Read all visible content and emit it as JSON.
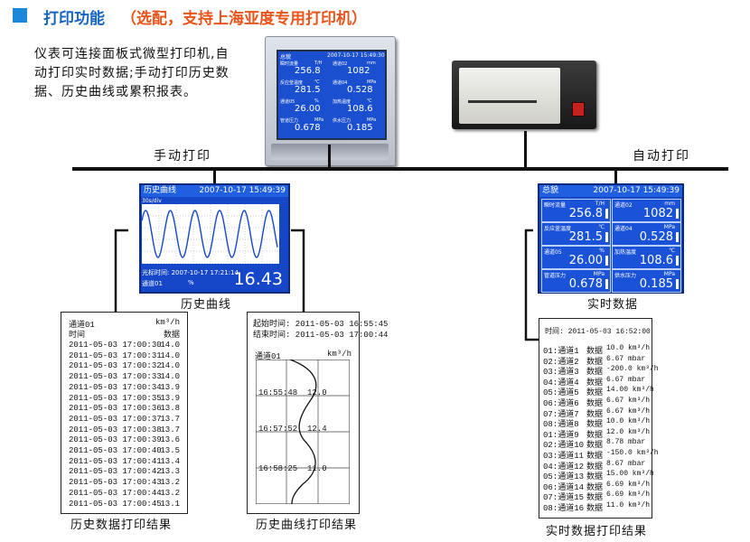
{
  "title": {
    "main": "打印功能",
    "sub": "（选配，支持上海亚度专用打印机）"
  },
  "description": "仪表可连接面板式微型打印机,自动打印实时数据;手动打印历史数据、历史曲线或累积报表。",
  "labels": {
    "manual": "手动打印",
    "auto": "自动打印"
  },
  "device_screen": {
    "header": "总貌",
    "datetime": "2007-10-17 15:49:30",
    "cells": [
      {
        "name": "瞬时流量",
        "unit": "T/H",
        "value": "256.8"
      },
      {
        "name": "通道02",
        "unit": "mm",
        "value": "1082"
      },
      {
        "name": "反应釜温度",
        "unit": "℃",
        "value": "281.5"
      },
      {
        "name": "通道04",
        "unit": "MPa",
        "value": "0.528"
      },
      {
        "name": "通道05",
        "unit": "%",
        "value": "26.00"
      },
      {
        "name": "加热温度",
        "unit": "℃",
        "value": "108.6"
      },
      {
        "name": "管道压力",
        "unit": "MPa",
        "value": "0.678"
      },
      {
        "name": "供水压力",
        "unit": "MPa",
        "value": "0.185"
      }
    ]
  },
  "history_curve_panel": {
    "title": "历史曲线",
    "datetime": "2007-10-17 15:49:39",
    "scale": "30s/div",
    "cursor_label": "光标时间:",
    "cursor_time": "2007-10-17 17:21:14",
    "channel": "通道01",
    "unit": "%",
    "value": "16.43",
    "caption": "历史曲线"
  },
  "realtime_panel": {
    "title": "总貌",
    "datetime": "2007-10-17 15:49:39",
    "cells": [
      {
        "name": "瞬时流量",
        "unit": "T/H",
        "value": "256.8"
      },
      {
        "name": "通道02",
        "unit": "mm",
        "value": "1082"
      },
      {
        "name": "反应釜温度",
        "unit": "℃",
        "value": "281.5"
      },
      {
        "name": "通道04",
        "unit": "MPa",
        "value": "0.528"
      },
      {
        "name": "通道05",
        "unit": "%",
        "value": "26.00"
      },
      {
        "name": "加热温度",
        "unit": "℃",
        "value": "108.6"
      },
      {
        "name": "管道压力",
        "unit": "MPa",
        "value": "0.678"
      },
      {
        "name": "供水压力",
        "unit": "MPa",
        "value": "0.185"
      }
    ],
    "caption": "实时数据"
  },
  "history_print": {
    "channel": "通道01",
    "unit": "km³/h",
    "col_time": "时间",
    "col_data": "数据",
    "rows": [
      [
        "2011-05-03  17:00:30",
        "14.0"
      ],
      [
        "2011-05-03  17:00:31",
        "14.0"
      ],
      [
        "2011-05-03  17:00:32",
        "14.0"
      ],
      [
        "2011-05-03  17:00:33",
        "14.0"
      ],
      [
        "2011-05-03  17:00:34",
        "13.9"
      ],
      [
        "2011-05-03  17:00:35",
        "13.9"
      ],
      [
        "2011-05-03  17:00:36",
        "13.8"
      ],
      [
        "2011-05-03  17:00:37",
        "13.7"
      ],
      [
        "2011-05-03  17:00:38",
        "13.7"
      ],
      [
        "2011-05-03  17:00:39",
        "13.6"
      ],
      [
        "2011-05-03  17:00:40",
        "13.5"
      ],
      [
        "2011-05-03  17:00:41",
        "13.4"
      ],
      [
        "2011-05-03  17:00:42",
        "13.3"
      ],
      [
        "2011-05-03  17:00:43",
        "13.2"
      ],
      [
        "2011-05-03  17:00:44",
        "13.2"
      ],
      [
        "2011-05-03  17:00:45",
        "13.1"
      ]
    ],
    "caption": "历史数据打印结果"
  },
  "curve_print": {
    "start": "起始时间: 2011-05-03 16:55:45",
    "end": "结束时间: 2011-05-03 17:00:44",
    "channel": "通道01",
    "unit": "km³/h",
    "marks": [
      {
        "time": "16:55:48",
        "value": "12.0"
      },
      {
        "time": "16:57:52",
        "value": "12.4"
      },
      {
        "time": "16:58:25",
        "value": "11.0"
      }
    ],
    "caption": "历史曲线打印结果"
  },
  "realtime_print": {
    "time": "时间: 2011-05-03 16:52:00",
    "rows": [
      [
        "01:通道1",
        "数据",
        "10.0 km³/h"
      ],
      [
        "02:通道2",
        "数据",
        "6.67 mbar"
      ],
      [
        "03:通道3",
        "数据",
        "-200.0 km³/h"
      ],
      [
        "04:通道4",
        "数据",
        "6.67 mbar"
      ],
      [
        "05:通道5",
        "数据",
        "14.00 km³/h"
      ],
      [
        "06:通道6",
        "数据",
        "6.67 km³/h"
      ],
      [
        "07:通道7",
        "数据",
        "6.67 km³/h"
      ],
      [
        "08:通道8",
        "数据",
        "10.0 km³/h"
      ],
      [
        "01:通道9",
        "数据",
        "12.0 km³/h"
      ],
      [
        "02:通道10",
        "数据",
        "8.78 mbar"
      ],
      [
        "03:通道11",
        "数据",
        "-150.0 km³/h"
      ],
      [
        "04:通道12",
        "数据",
        "8.67 mbar"
      ],
      [
        "05:通道13",
        "数据",
        "15.00 km³/h"
      ],
      [
        "06:通道14",
        "数据",
        "6.69 km³/h"
      ],
      [
        "07:通道15",
        "数据",
        "6.69 km³/h"
      ],
      [
        "08:通道16",
        "数据",
        "11.0 km³/h"
      ]
    ],
    "caption": "实时数据打印结果"
  },
  "colors": {
    "accent": "#1565c0",
    "highlight": "#e8541a",
    "screen": "#1747c9"
  },
  "icons": [
    "blue-square-bullet-icon"
  ]
}
